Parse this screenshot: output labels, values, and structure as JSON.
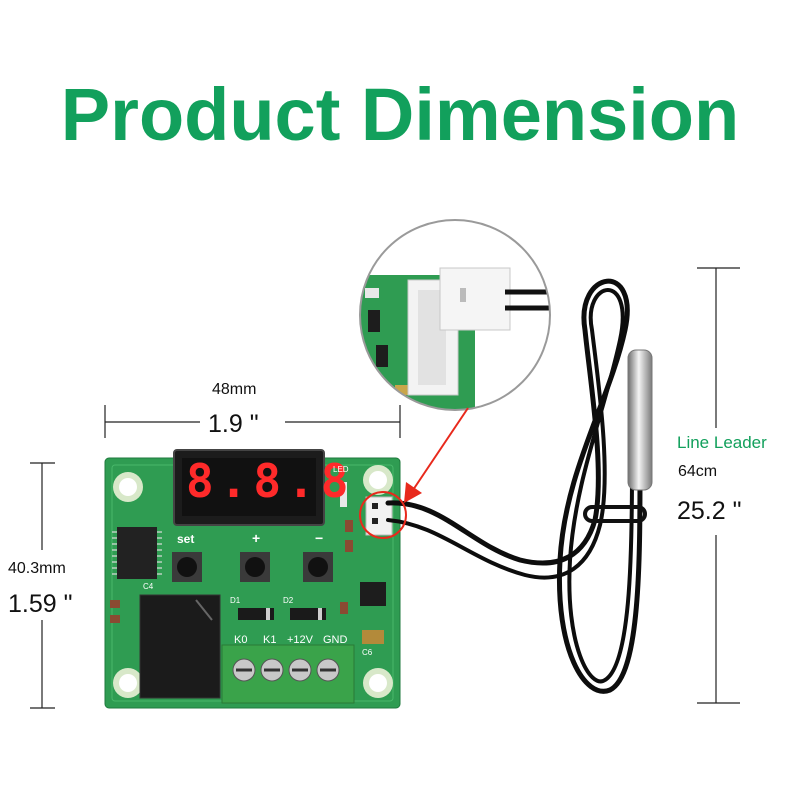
{
  "title": "Product Dimension",
  "colors": {
    "title_green": "#12a05c",
    "board_green": "#2d9e54",
    "accent_red": "#e8291c",
    "display_red": "#ff2a2a"
  },
  "width": {
    "mm": "48mm",
    "inch": "1.9 \""
  },
  "height": {
    "mm": "40.3mm",
    "inch": "1.59 \""
  },
  "cable": {
    "label": "Line Leader",
    "cm": "64cm",
    "inch": "25.2 \""
  },
  "board": {
    "display": "8.8.8",
    "set_label": "set",
    "plus_label": "+",
    "minus_label": "−",
    "led_label": "LED",
    "terminals": [
      "K0",
      "K1",
      "+12V",
      "GND"
    ],
    "d1": "D1",
    "d2": "D2",
    "c4": "C4",
    "c6": "C6"
  }
}
